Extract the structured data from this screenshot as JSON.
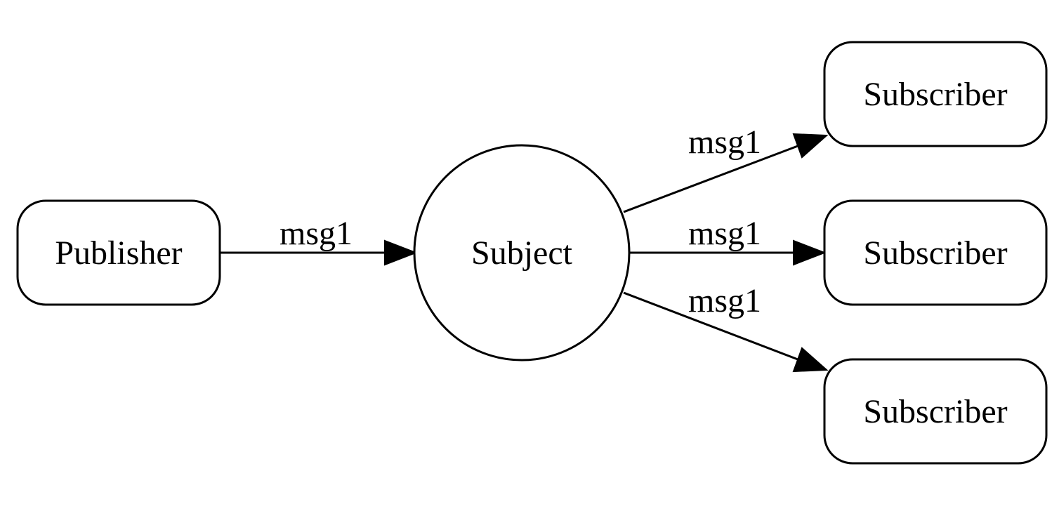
{
  "diagram": {
    "nodes": {
      "publisher": {
        "label": "Publisher"
      },
      "subject": {
        "label": "Subject"
      },
      "subscriber_1": {
        "label": "Subscriber"
      },
      "subscriber_2": {
        "label": "Subscriber"
      },
      "subscriber_3": {
        "label": "Subscriber"
      }
    },
    "edges": {
      "publisher_to_subject": {
        "from": "Publisher",
        "to": "Subject",
        "label": "msg1"
      },
      "subject_to_subscriber_1": {
        "from": "Subject",
        "to": "Subscriber",
        "label": "msg1"
      },
      "subject_to_subscriber_2": {
        "from": "Subject",
        "to": "Subscriber",
        "label": "msg1"
      },
      "subject_to_subscriber_3": {
        "from": "Subject",
        "to": "Subscriber",
        "label": "msg1"
      }
    },
    "colors": {
      "stroke": "#000000",
      "fill": "#ffffff",
      "text": "#000000"
    }
  }
}
